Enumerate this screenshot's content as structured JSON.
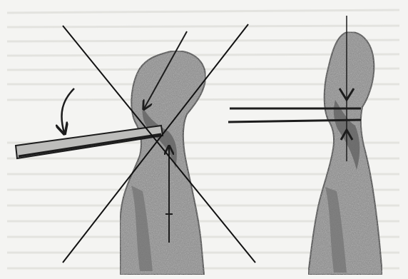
{
  "figure": {
    "panels": [
      {
        "id": "incorrect",
        "mark": "cross-out",
        "arrows": [
          "curved-arrow-down",
          "arrow-into-neck",
          "arrow-up-spine"
        ]
      },
      {
        "id": "correct",
        "mark": "none",
        "arrows": [
          "arrow-down-head",
          "arrow-up-body"
        ]
      }
    ]
  },
  "colors": {
    "paper": "#f4f4f2",
    "ink": "#1c1c1c",
    "shade": "#8c8c8c",
    "shade_dark": "#5f5f5f",
    "bleed_text": "#d9d9d6"
  }
}
